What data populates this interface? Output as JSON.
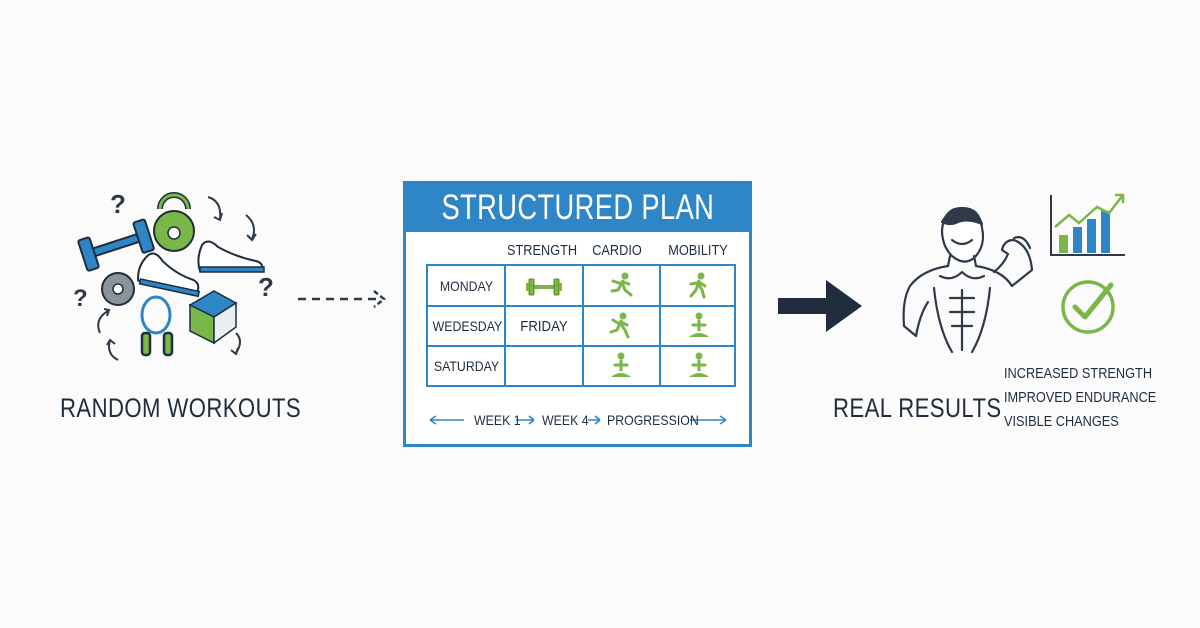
{
  "left": {
    "label": "RANDOM WORKOUTS",
    "icons": [
      "question-mark-icon",
      "dumbbell-icon",
      "kettlebell-icon",
      "sneaker-icon",
      "weight-plate-icon",
      "jump-rope-icon",
      "food-box-icon",
      "curved-arrow-icon"
    ]
  },
  "plan": {
    "title": "STRUCTURED PLAN",
    "columns": [
      "STRENGTH",
      "CARDIO",
      "MOBILITY"
    ],
    "rows": [
      {
        "day": "MONDAY",
        "strength": {
          "icon": "dumbbell-icon"
        },
        "cardio": {
          "icon": "runner-icon"
        },
        "mobility": {
          "icon": "runner-icon"
        }
      },
      {
        "day": "WEDESDAY",
        "strength": {
          "text": "FRIDAY"
        },
        "cardio": {
          "icon": "runner-icon"
        },
        "mobility": {
          "icon": "yoga-icon"
        }
      },
      {
        "day": "SATURDAY",
        "strength": {
          "text": ""
        },
        "cardio": {
          "icon": "yoga-icon"
        },
        "mobility": {
          "icon": "yoga-icon"
        }
      }
    ],
    "timeline": {
      "week1": "WEEK 1",
      "week4": "WEEK 4",
      "progression": "PROGRESSION"
    }
  },
  "right": {
    "label": "REAL RESULTS",
    "results": [
      "INCREASED STRENGTH",
      "IMPROVED ENDURANCE",
      "VISIBLE CHANGES"
    ]
  },
  "colors": {
    "primary_blue": "#2f86c6",
    "accent_green": "#7ab648",
    "dark": "#1f2d3d"
  }
}
